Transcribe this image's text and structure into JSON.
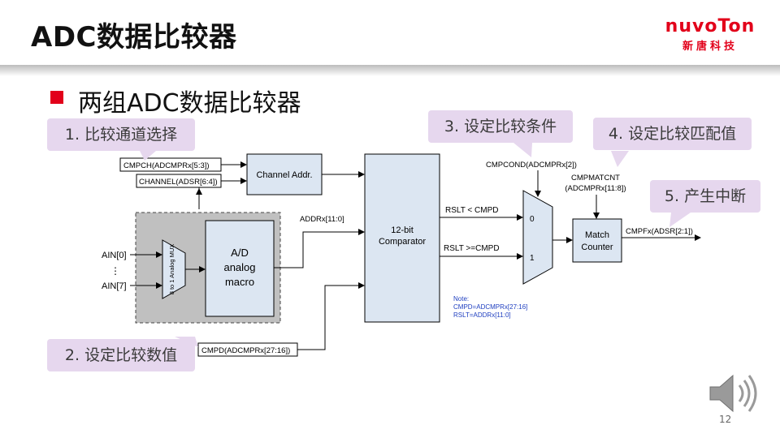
{
  "slide": {
    "title": "ADC数据比较器",
    "bullet": "两组ADC数据比较器",
    "page_number": "12"
  },
  "logo": {
    "name": "nuvoTon",
    "subtitle": "新唐科技",
    "color": "#e2001a"
  },
  "callouts": {
    "step1": "1. 比较通道选择",
    "step2": "2. 设定比较数值",
    "step3": "3. 设定比较条件",
    "step4": "4. 设定比较匹配值",
    "step5": "5. 产生中断"
  },
  "diagram": {
    "reg_cmpch": "CMPCH(ADCMPRx[5:3])",
    "reg_channel": "CHANNEL(ADSR[6:4])",
    "channel_addr": "Channel Addr.",
    "ain0": "AIN[0]",
    "ain_dots": "⋮",
    "ain7": "AIN[7]",
    "mux_label": "8 to 1 Analog MUX",
    "adc_line1": "A/D",
    "adc_line2": "analog",
    "adc_line3": "macro",
    "addr_bus": "ADDRx[11:0]",
    "comparator_line1": "12-bit",
    "comparator_line2": "Comparator",
    "reg_cmpd": "CMPD(ADCMPRx[27:16])",
    "rslt_lt": "RSLT < CMPD",
    "rslt_ge": "RSLT >=CMPD",
    "mux_in0": "0",
    "mux_in1": "1",
    "cmpcond": "CMPCOND(ADCMPRx[2])",
    "cmpmatcnt_line1": "CMPMATCNT",
    "cmpmatcnt_line2": "(ADCMPRx[11:8])",
    "match_line1": "Match",
    "match_line2": "Counter",
    "cmpf": "CMPFx(ADSR[2:1])",
    "note_title": "Note:",
    "note_line1": "CMPD=ADCMPRx[27:16]",
    "note_line2": "RSLT=ADDRx[11:0]"
  },
  "colors": {
    "block_fill": "#dce6f2",
    "callout_fill": "#e6d7ee",
    "dashed_region": "#c0c0c0",
    "note_text": "#1f3fc0",
    "accent_red": "#e2001a"
  },
  "icons": {
    "speaker": "speaker-icon"
  }
}
